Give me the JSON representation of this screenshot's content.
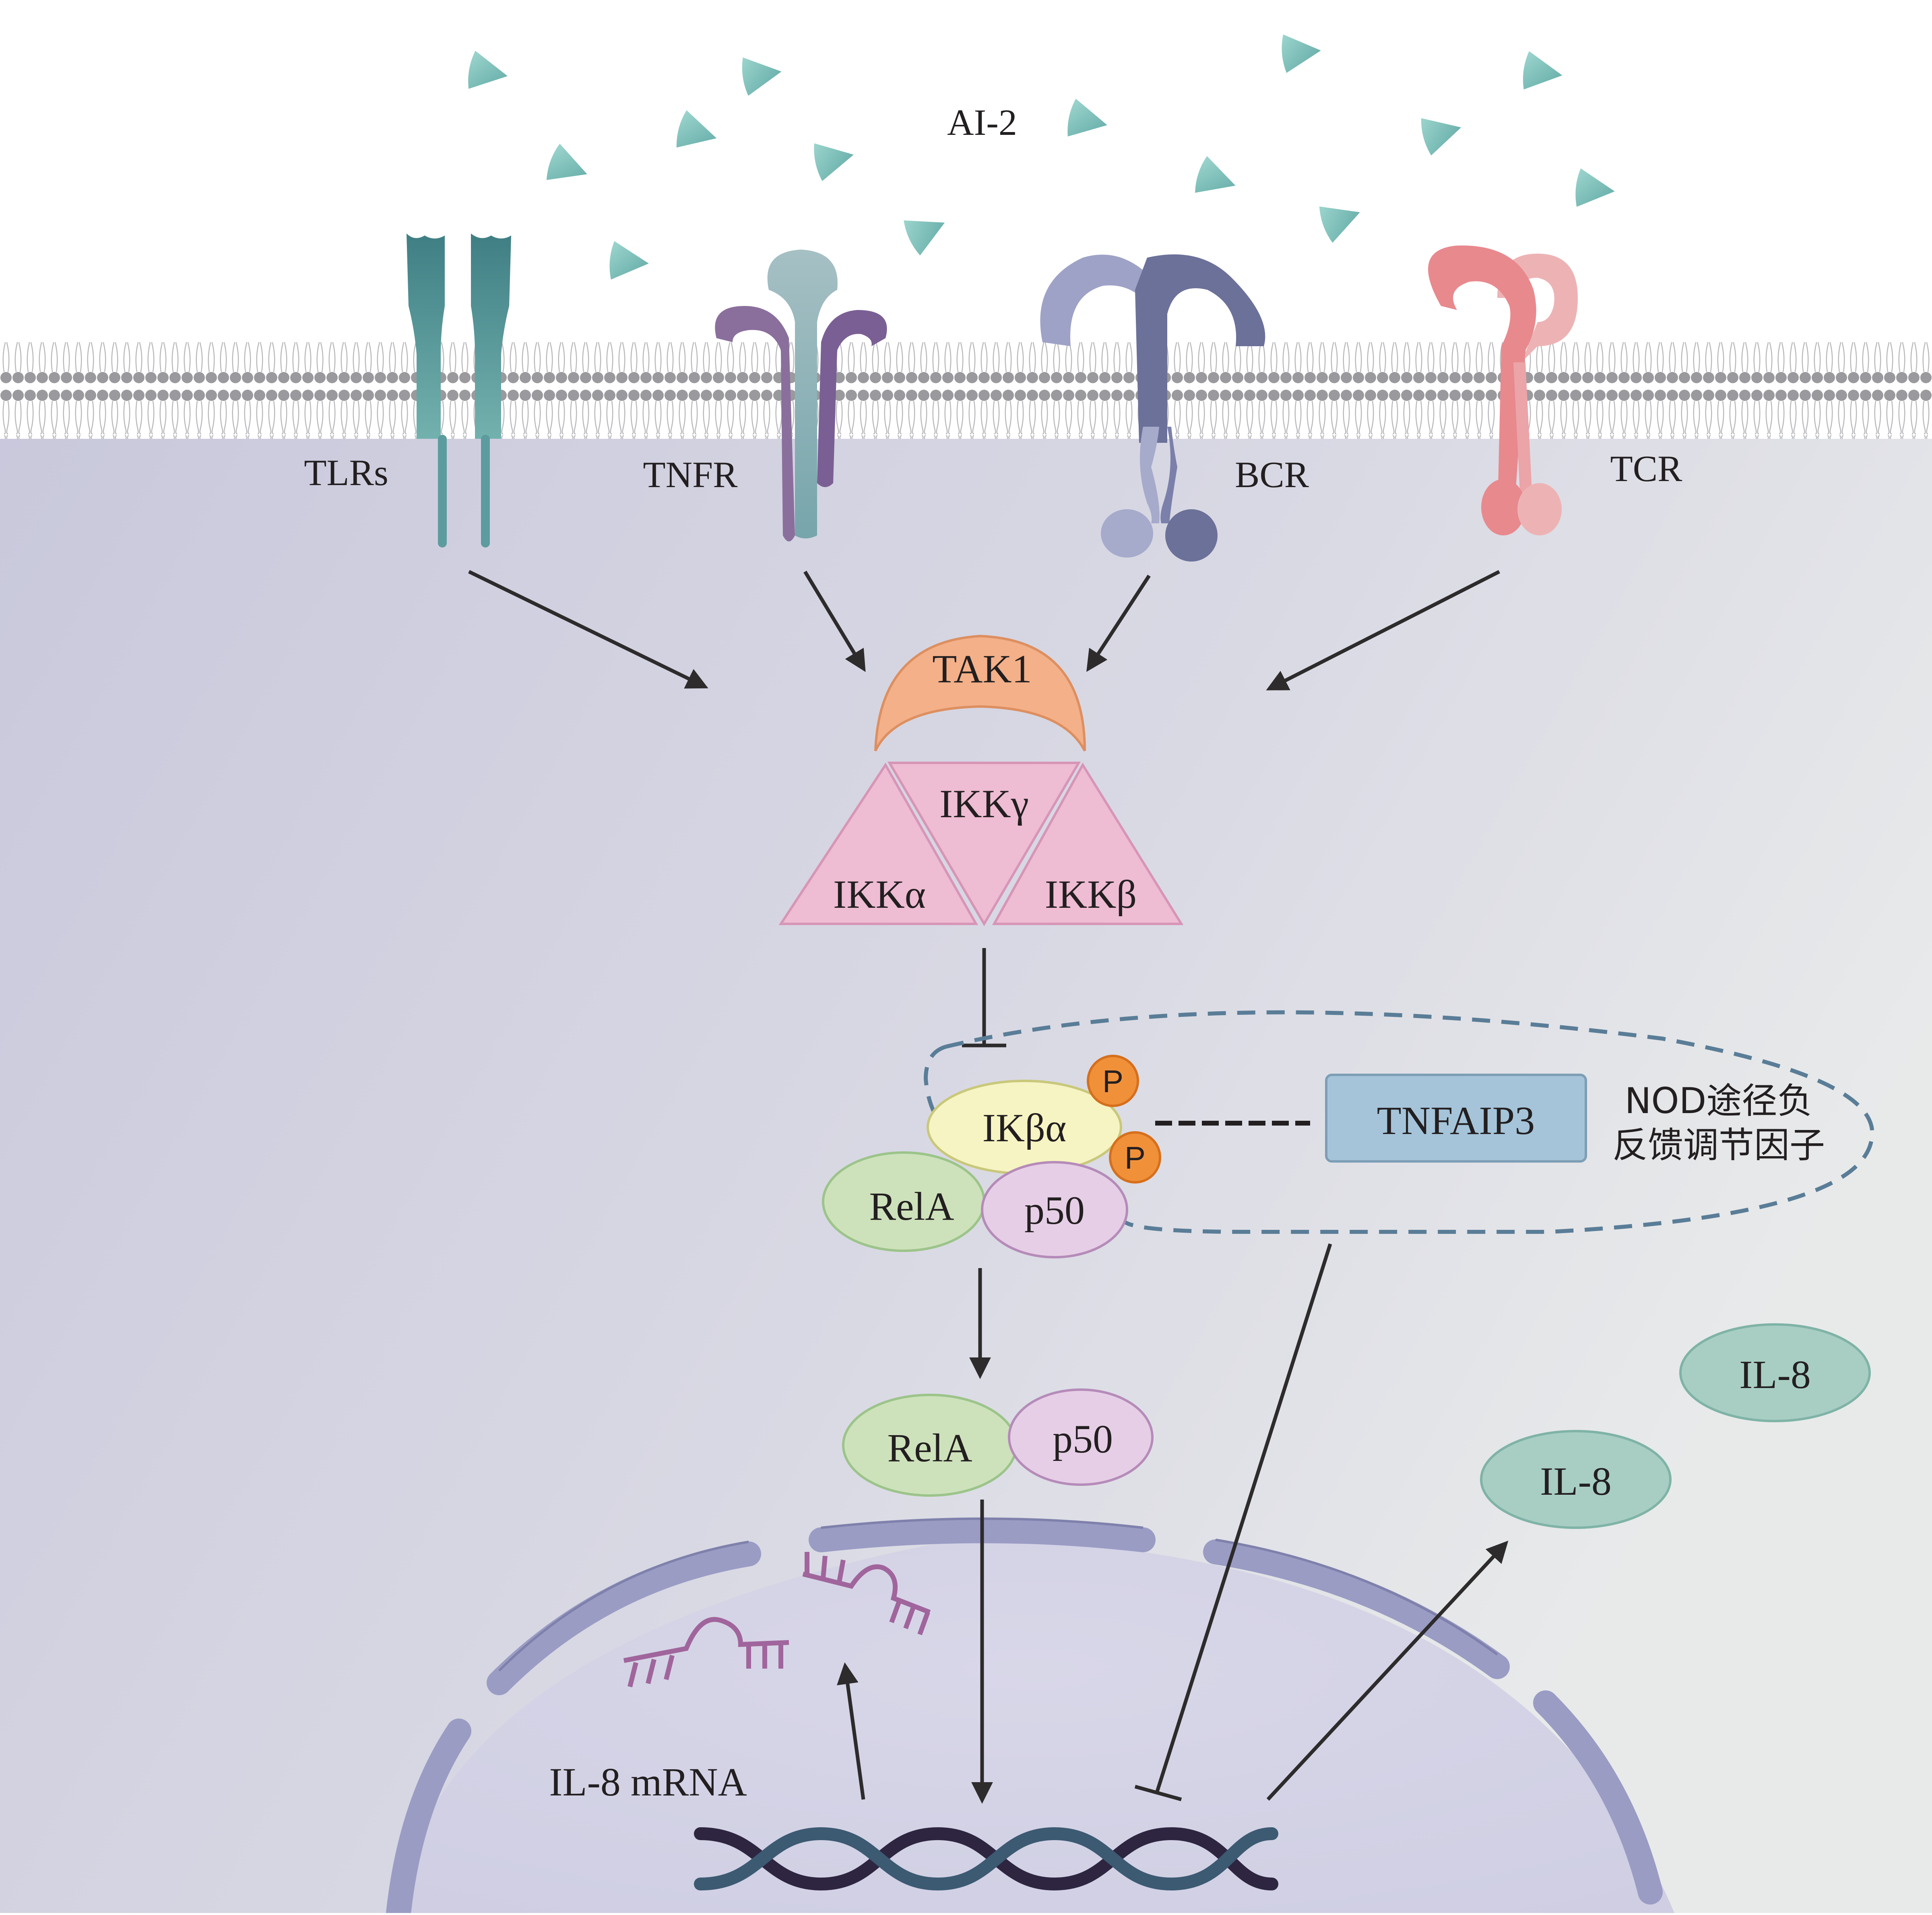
{
  "ligand": {
    "label": "AI-2"
  },
  "receptors": [
    {
      "id": "tlrs",
      "label": "TLRs"
    },
    {
      "id": "tnfr",
      "label": "TNFR"
    },
    {
      "id": "bcr",
      "label": "BCR"
    },
    {
      "id": "tcr",
      "label": "TCR"
    }
  ],
  "kinase_complex": {
    "tak1": "TAK1",
    "ikk_gamma": "IKKγ",
    "ikk_alpha": "IKKα",
    "ikk_beta": "IKKβ"
  },
  "cytoplasm_complex": {
    "inhibitor": "IKβα",
    "phospho": "P",
    "rela": "RelA",
    "p50": "p50"
  },
  "regulator": {
    "name": "TNFAIP3",
    "note_line1": "NOD途径负",
    "note_line2": "反馈调节因子"
  },
  "free_dimer": {
    "rela": "RelA",
    "p50": "p50"
  },
  "nucleus": {
    "mrna_label": "IL-8 mRNA"
  },
  "secreted": [
    {
      "label": "IL-8"
    },
    {
      "label": "IL-8"
    }
  ],
  "colors": {
    "ligand": "#6fb8b2",
    "tlr": "#4d8d92",
    "tnfr_purple": "#8a6f9c",
    "tnfr_teal": "#8fb1b6",
    "bcr": "#7b80aa",
    "tcr": "#e8898e",
    "tak1": "#f3b089",
    "ikk": "#eebcd3",
    "rela": "#cde2bb",
    "p50": "#e6cfe6",
    "ikba": "#f6f4c3",
    "phospho": "#f0913a",
    "tnfaip3": "#a5c4d9",
    "il8": "#a8cec4",
    "nucleus_envelope": "#9a9cc4",
    "dna_dark": "#2e2541",
    "dna_blue": "#3c5a72"
  }
}
